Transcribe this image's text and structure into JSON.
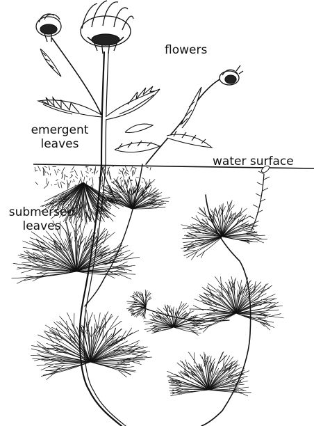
{
  "labels": {
    "flowers": "flowers",
    "emergent_line1": "emergent",
    "emergent_line2": "leaves",
    "water_surface": "water surface",
    "submersed_line1": "submersed",
    "submersed_line2": "leaves"
  },
  "colors": {
    "ink": "#111111",
    "background": "#ffffff"
  }
}
